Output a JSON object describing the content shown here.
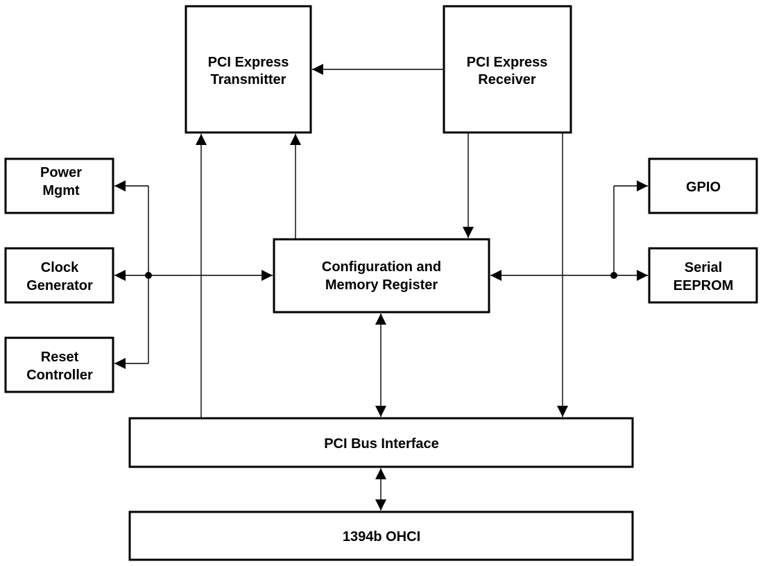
{
  "blocks": {
    "pcie_tx": [
      "PCI Express",
      "Transmitter"
    ],
    "pcie_rx": [
      "PCI Express",
      "Receiver"
    ],
    "power": [
      "Power",
      "Mgmt"
    ],
    "clock": [
      "Clock",
      "Generator"
    ],
    "reset": [
      "Reset",
      "Controller"
    ],
    "config": [
      "Configuration and",
      "Memory Register"
    ],
    "gpio": [
      "GPIO"
    ],
    "eeprom": [
      "Serial",
      "EEPROM"
    ],
    "pci_bus": [
      "PCI Bus Interface"
    ],
    "ohci": [
      "1394b OHCI"
    ]
  },
  "colors": {
    "stroke": "#000000",
    "fill": "#ffffff"
  }
}
